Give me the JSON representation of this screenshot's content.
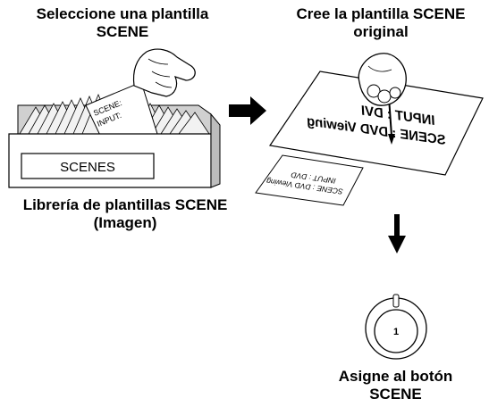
{
  "step_select": {
    "caption": "Seleccione una plantilla\nSCENE"
  },
  "step_create": {
    "caption": "Cree la plantilla SCENE\noriginal"
  },
  "step_assign": {
    "caption": "Asigne al botón\nSCENE"
  },
  "library": {
    "caption": "Librería de plantillas SCENE\n(Imagen)",
    "box_label": "SCENES",
    "card_line1": "SCENE:",
    "card_line2": "INPUT:"
  },
  "large_template": {
    "line1": "SCENE : DVD Viewing",
    "line2": "INPUT : DVI"
  },
  "small_template": {
    "line1": "SCENE : DVD Viewing",
    "line2": "INPUT : DVD"
  },
  "scene_button": {
    "number": "1"
  },
  "icons": {
    "arrow_right": "right-arrow-icon",
    "arrow_down": "down-arrow-icon",
    "hand_card": "hand-icon",
    "hand_pen": "hand-pen-icon"
  }
}
